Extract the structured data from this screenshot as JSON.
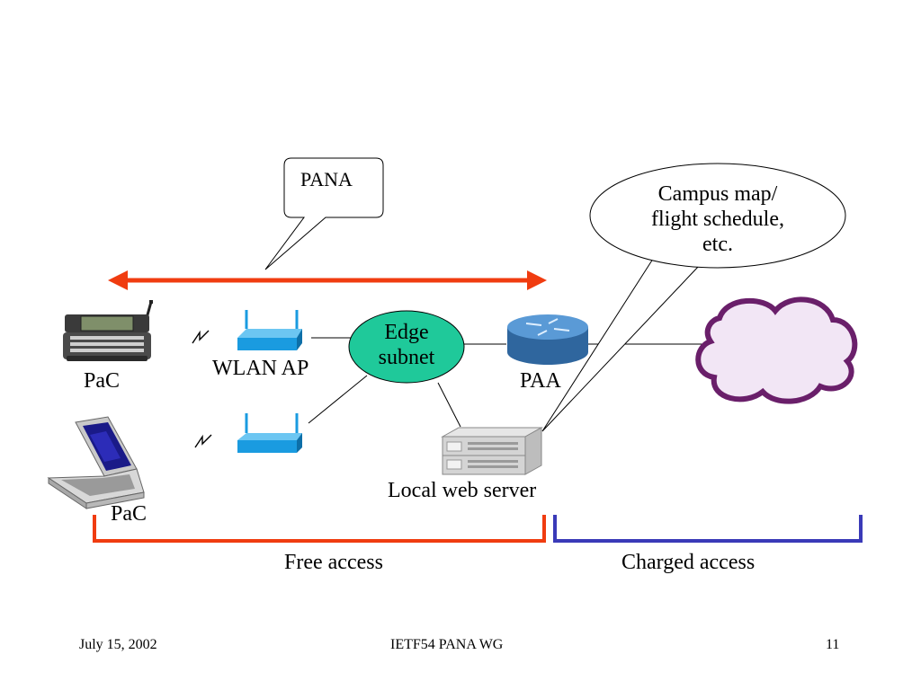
{
  "labels": {
    "pana_callout": "PANA",
    "campus_callout": [
      "Campus map/",
      "flight schedule,",
      "etc."
    ],
    "pac_top": "PaC",
    "wlan_ap": "WLAN AP",
    "edge_subnet": [
      "Edge",
      "subnet"
    ],
    "paa": "PAA",
    "pac_bottom": "PaC",
    "local_web_server": "Local web server",
    "free_access": "Free access",
    "charged_access": "Charged access"
  },
  "footer": {
    "date": "July 15, 2002",
    "title": "IETF54 PANA WG",
    "page": "11"
  },
  "colors": {
    "pana_arrow": "#f03c10",
    "free_bracket": "#f03c10",
    "charged_bracket": "#3a3ab8",
    "edge_subnet_fill": "#1fc99a",
    "cloud_fill": "#f2e6f5",
    "cloud_stroke": "#6a1f6a",
    "access_point": "#1a9be0",
    "router": "#3a78b8"
  },
  "icons": {
    "pac_top": "handheld-communicator-icon",
    "pac_bottom": "laptop-icon",
    "wlan_ap_top": "wireless-access-point-icon",
    "wlan_ap_bottom": "wireless-access-point-icon",
    "paa": "router-icon",
    "local_web_server": "server-rack-icon",
    "internet": "cloud-icon",
    "wireless_link": "lightning-bolt-icon"
  }
}
